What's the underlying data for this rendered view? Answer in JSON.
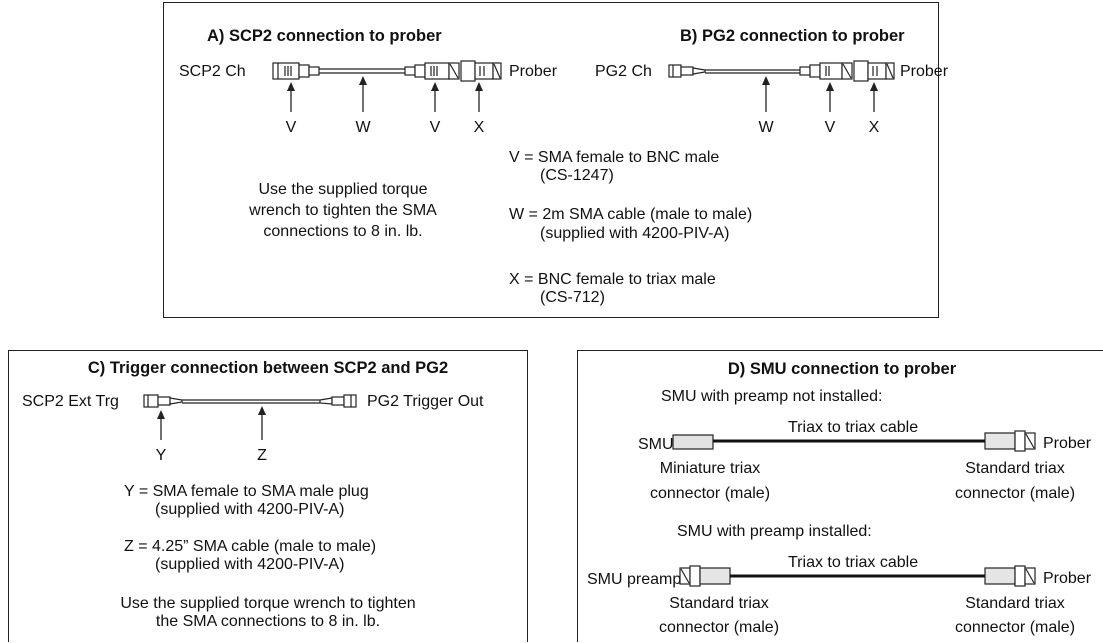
{
  "panel_ab": {
    "a": {
      "title": "A) SCP2 connection to prober",
      "left_label": "SCP2 Ch",
      "right_label": "Prober",
      "markers": [
        "V",
        "W",
        "V",
        "X"
      ]
    },
    "b": {
      "title": "B) PG2 connection to prober",
      "left_label": "PG2 Ch",
      "right_label": "Prober",
      "markers": [
        "W",
        "V",
        "X"
      ]
    },
    "torque_note": [
      "Use the supplied torque",
      "wrench to tighten the SMA",
      "connections to 8 in. lb."
    ],
    "legend": {
      "v": [
        "V = SMA female to BNC male",
        "(CS-1247)"
      ],
      "w": [
        "W = 2m SMA cable (male to male)",
        "(supplied with 4200-PIV-A)"
      ],
      "x": [
        "X = BNC female to triax male",
        "(CS-712)"
      ]
    }
  },
  "panel_c": {
    "title": "C) Trigger connection between SCP2 and PG2",
    "left_label": "SCP2 Ext Trg",
    "right_label": "PG2 Trigger Out",
    "markers": [
      "Y",
      "Z"
    ],
    "legend": {
      "y": [
        "Y = SMA female to SMA male plug",
        "(supplied with 4200-PIV-A)"
      ],
      "z": [
        "Z = 4.25” SMA cable (male to male)",
        "(supplied with 4200-PIV-A)"
      ]
    },
    "torque_note": [
      "Use the supplied torque wrench to tighten",
      "the SMA connections to 8 in. lb."
    ]
  },
  "panel_d": {
    "title": "D) SMU connection to prober",
    "not_installed": {
      "heading": "SMU with preamp not installed:",
      "left_label": "SMU",
      "cable_label": "Triax to triax cable",
      "right_label": "Prober",
      "left_connector": [
        "Miniature triax",
        "connector (male)"
      ],
      "right_connector": [
        "Standard triax",
        "connector (male)"
      ]
    },
    "installed": {
      "heading": "SMU with preamp installed:",
      "left_label": "SMU preamp",
      "cable_label": "Triax to triax cable",
      "right_label": "Prober",
      "left_connector": [
        "Standard triax",
        "connector (male)"
      ],
      "right_connector": [
        "Standard triax",
        "connector (male)"
      ]
    }
  }
}
